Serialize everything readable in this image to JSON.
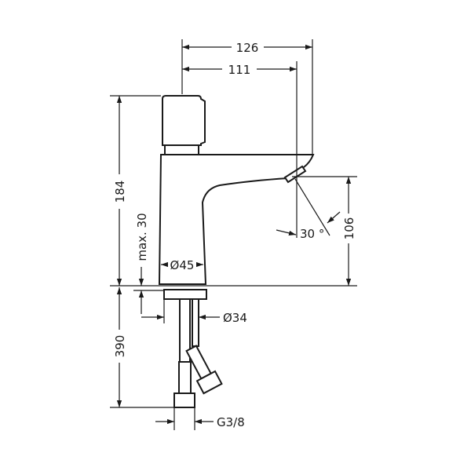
{
  "drawing": {
    "colors": {
      "line": "#1a1a1a",
      "background": "#ffffff"
    },
    "dimensions": {
      "overall_reach": "126",
      "spout_reach": "111",
      "total_height": "184",
      "max_deck_thickness": "max. 30",
      "body_diameter": "Ø45",
      "spout_height": "106",
      "spout_angle": "30 °",
      "shank_diameter": "Ø34",
      "hose_length": "390",
      "connection_thread": "G3/8"
    }
  }
}
